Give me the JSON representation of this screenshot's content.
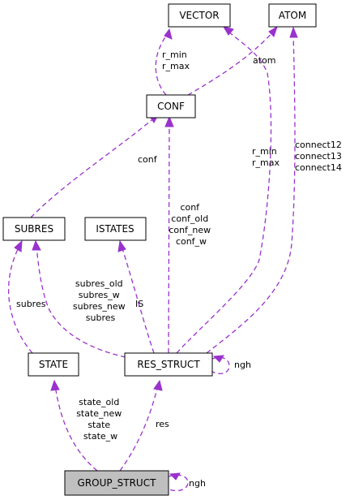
{
  "nodes": {
    "vector": "VECTOR",
    "atom": "ATOM",
    "conf": "CONF",
    "subres": "SUBRES",
    "istates": "ISTATES",
    "state": "STATE",
    "res_struct": "RES_STRUCT",
    "group_struct": "GROUP_STRUCT"
  },
  "labels": {
    "conf_vector": [
      "r_min",
      "r_max"
    ],
    "conf_atom": [
      "atom"
    ],
    "subres_conf": [
      "conf"
    ],
    "res_vector": [
      "r_min",
      "r_max"
    ],
    "res_atom": [
      "connect12",
      "connect13",
      "connect14"
    ],
    "res_conf": [
      "conf",
      "conf_old",
      "conf_new",
      "conf_w"
    ],
    "res_subres": [
      "subres_old",
      "subres_w",
      "subres_new",
      "subres"
    ],
    "res_istates": [
      "IS"
    ],
    "state_subres": [
      "subres"
    ],
    "res_self": [
      "ngh"
    ],
    "group_state": [
      "state_old",
      "state_new",
      "state",
      "state_w"
    ],
    "group_res": [
      "res"
    ],
    "group_self": [
      "ngh"
    ]
  },
  "colors": {
    "edge": "#9a32cd",
    "highlight_fill": "#bfbfbf"
  }
}
